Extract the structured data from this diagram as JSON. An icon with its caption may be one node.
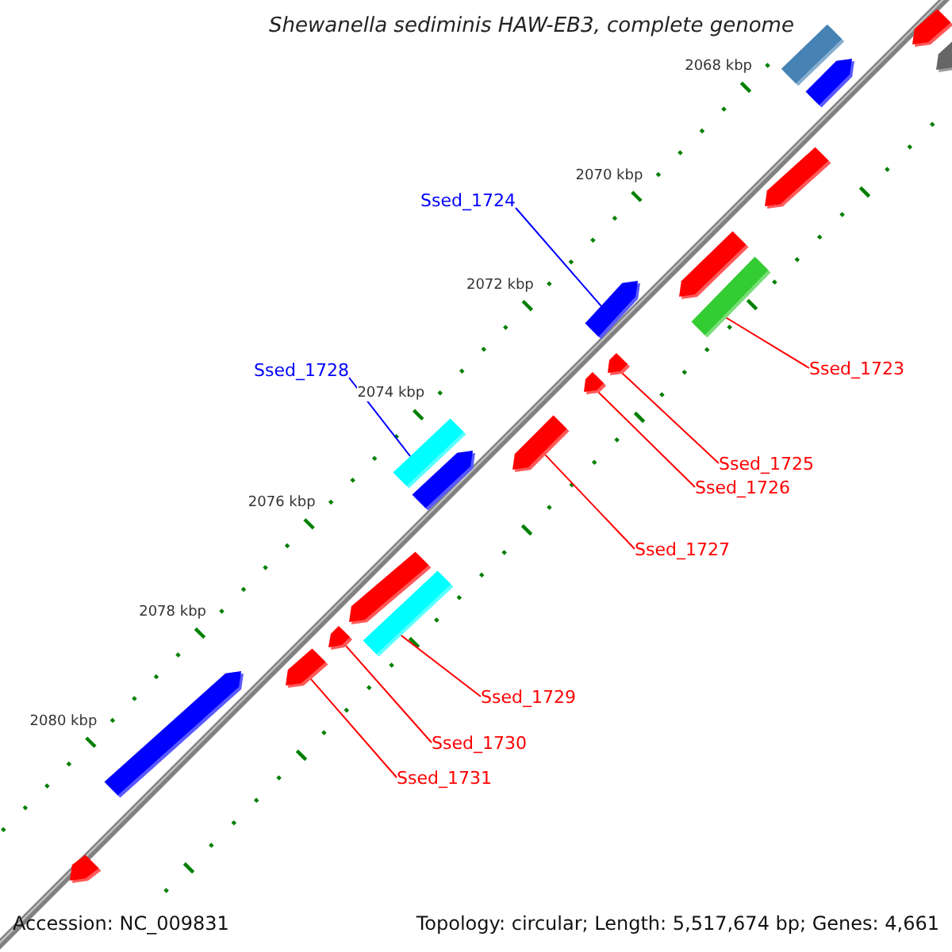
{
  "diagram": {
    "title": "Shewanella sediminis HAW-EB3, complete genome",
    "nodes": [
      {
        "text": [
          "Ssed_1724"
        ]
      },
      {
        "text": [],
        "shape": "bar"
      },
      {
        "text": [
          "Ssed_1723"
        ]
      },
      {
        "text": [],
        "shape": "bar"
      },
      {
        "text": [
          "Ssed_1728"
        ]
      },
      {
        "text": [],
        "shape": "bar"
      },
      {
        "text": [
          "Ssed_1725"
        ]
      },
      {
        "text": [],
        "shape": "bar"
      },
      {
        "text": [
          "Ssed_1726"
        ]
      },
      {
        "text": [],
        "shape": "bar"
      },
      {
        "text": [
          "Ssed_1727"
        ]
      },
      {
        "text": [],
        "shape": "bar"
      },
      {
        "text": [
          "Ssed_1729"
        ]
      },
      {
        "text": [],
        "shape": "bar"
      },
      {
        "text": [
          "Ssed_1730"
        ]
      },
      {
        "text": [],
        "shape": "bar"
      },
      {
        "text": [
          "Ssed_1731"
        ]
      },
      {
        "text": [],
        "shape": "bar"
      },
      {
        "text": [],
        "shape": "bar"
      },
      {
        "text": [],
        "shape": "bar"
      },
      {
        "text": [],
        "shape": "bar"
      },
      {
        "text": [],
        "shape": "bar"
      },
      {
        "text": [],
        "shape": "bar"
      },
      {
        "text": [],
        "shape": "bar"
      },
      {
        "text": [],
        "shape": "bar"
      },
      {
        "text": [],
        "shape": "bar"
      },
      {
        "text": [],
        "shape": "bar"
      },
      {
        "text": [],
        "shape": "bar"
      }
    ],
    "edges": [
      {
        "from": 0,
        "to": 1,
        "arrow": "none",
        "color": "#0000ff"
      },
      {
        "from": 2,
        "to": 3,
        "arrow": "none"
      },
      {
        "from": 4,
        "to": 5,
        "arrow": "none",
        "color": "#0000ff"
      },
      {
        "from": 6,
        "to": 7,
        "arrow": "none"
      },
      {
        "from": 8,
        "to": 9,
        "arrow": "none"
      },
      {
        "from": 10,
        "to": 11,
        "arrow": "none"
      },
      {
        "from": 12,
        "to": 13,
        "arrow": "none"
      },
      {
        "from": 14,
        "to": 15,
        "arrow": "none"
      },
      {
        "from": 16,
        "to": 17,
        "arrow": "none"
      }
    ],
    "labels": [
      "2068 kbp",
      "2070 kbp",
      "2072 kbp",
      "2074 kbp",
      "2076 kbp",
      "2078 kbp",
      "2080 kbp",
      "Accession: NC_009831",
      "Topology: circular; Length: 5,517,674 bp; Genes: 4,661"
    ]
  }
}
